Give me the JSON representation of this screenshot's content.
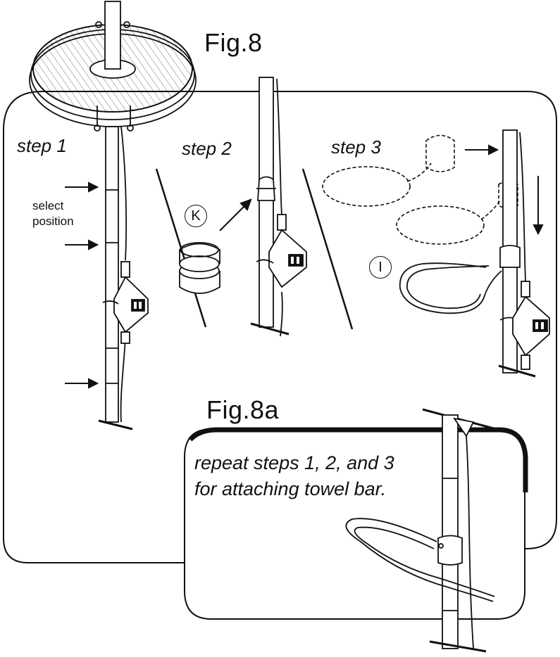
{
  "figure_titles": {
    "main": "Fig.8",
    "detail": "Fig.8a"
  },
  "steps": [
    {
      "label": "step 1"
    },
    {
      "label": "step 2"
    },
    {
      "label": "step 3"
    }
  ],
  "select_position": {
    "line1": "select",
    "line2": "position"
  },
  "part_labels": {
    "clip": "K",
    "towel_ring": "I"
  },
  "note": {
    "line1": "repeat steps 1, 2, and 3",
    "line2": "for attaching towel bar."
  },
  "colors": {
    "ink": "#111111",
    "background": "#ffffff"
  }
}
